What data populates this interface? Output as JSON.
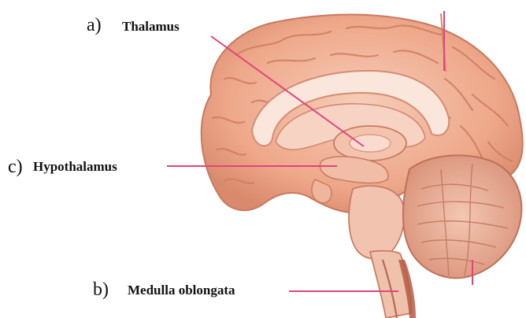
{
  "labels": {
    "a": {
      "letter": "a)",
      "name": "Thalamus"
    },
    "b": {
      "letter": "b)",
      "name": "Medulla oblongata"
    },
    "c": {
      "letter": "c)",
      "name": "Hypothalamus"
    }
  },
  "colors": {
    "pointer": "#e0457b",
    "cortex_fill": "#f2b7a0",
    "cortex_dark": "#cf7d63",
    "inner_light": "#f9dccf",
    "cerebellum": "#eab09a",
    "brainstem": "#efc2ae",
    "text": "#111111"
  }
}
